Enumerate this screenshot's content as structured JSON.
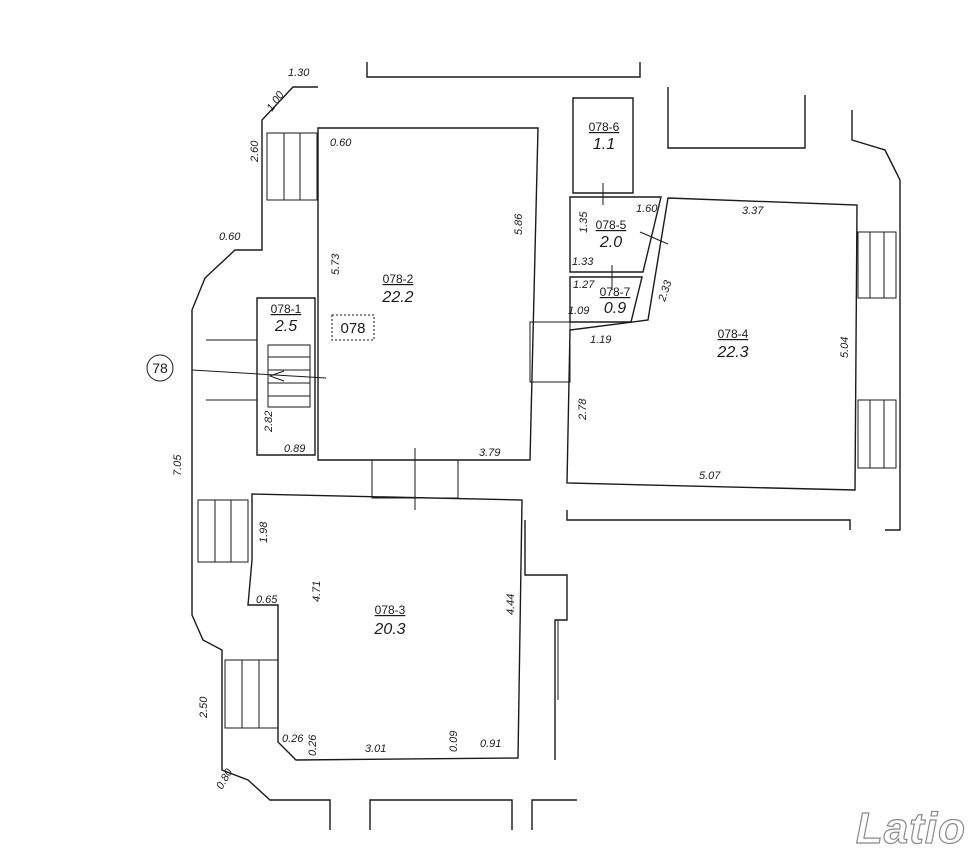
{
  "apartment_label": "078",
  "building_number": "78",
  "rooms": [
    {
      "id": "078-1",
      "area": "2.5"
    },
    {
      "id": "078-2",
      "area": "22.2"
    },
    {
      "id": "078-3",
      "area": "20.3"
    },
    {
      "id": "078-4",
      "area": "22.3"
    },
    {
      "id": "078-5",
      "area": "2.0"
    },
    {
      "id": "078-6",
      "area": "1.1"
    },
    {
      "id": "078-7",
      "area": "0.9"
    }
  ],
  "dimensions": [
    "1.30",
    "1.00",
    "2.60",
    "0.60",
    "0.60",
    "5.73",
    "5.86",
    "1.60",
    "3.37",
    "1.35",
    "1.33",
    "1.27",
    "1.09",
    "2.33",
    "1.19",
    "5.04",
    "2.78",
    "5.07",
    "2.82",
    "0.89",
    "3.79",
    "7.05",
    "1.98",
    "4.71",
    "4.44",
    "0.65",
    "2.50",
    "0.26",
    "0.26",
    "3.01",
    "0.09",
    "0.91",
    "0.80"
  ],
  "logo": "Latio",
  "colors": {
    "line": "#1a1a1a",
    "background": "#ffffff",
    "logo_outline": "#8a8a8a"
  }
}
